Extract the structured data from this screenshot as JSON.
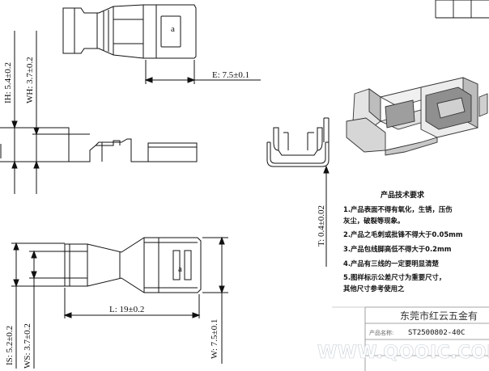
{
  "dimensions": {
    "e_width": "E: 7.5±0.1",
    "ih_height": "IH: 5.4±0.2",
    "wh_height": "WH: 3.7±0.2",
    "thickness": "T: 0.4±0.02",
    "length": "L: 19±0.2",
    "is_width": "IS: 5.2±0.2",
    "ws_width": "WS: 3.7±0.2",
    "w_width": "W: 7.5±0.1"
  },
  "part_mark": "a",
  "notes": {
    "title": "产品技术要求",
    "items": [
      "1.产品表面不得有氧化，生锈，压伤",
      "灰尘，破裂等现象。",
      "2.产品之毛刺或批锋不得大于0.05mm",
      "3.产品包线脚高低不得大于0.2mm",
      "4.产品有三线的一定要明显清楚",
      "5.图样标示公差尺寸为重要尺寸，",
      "其他尺寸参考使用之"
    ]
  },
  "title_block": {
    "company": "东莞市红云五金有",
    "name_label": "产品名称:",
    "part_number": "ST2500802-40C"
  },
  "watermark": "WWW.QOOIC.COM"
}
